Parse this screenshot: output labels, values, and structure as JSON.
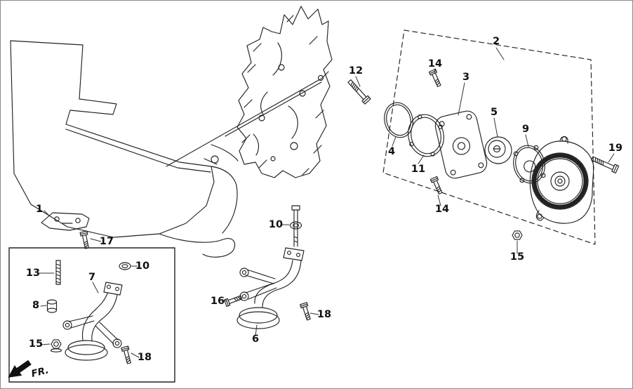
{
  "diagram": {
    "fr_label": "FR.",
    "callouts": [
      {
        "id": "callout-1",
        "text": "1"
      },
      {
        "id": "callout-2",
        "text": "2"
      },
      {
        "id": "callout-3",
        "text": "3"
      },
      {
        "id": "callout-4",
        "text": "4"
      },
      {
        "id": "callout-5",
        "text": "5"
      },
      {
        "id": "callout-6",
        "text": "6"
      },
      {
        "id": "callout-7",
        "text": "7"
      },
      {
        "id": "callout-8",
        "text": "8"
      },
      {
        "id": "callout-9",
        "text": "9"
      },
      {
        "id": "callout-10-strainer",
        "text": "10"
      },
      {
        "id": "callout-10-inset",
        "text": "10"
      },
      {
        "id": "callout-11",
        "text": "11"
      },
      {
        "id": "callout-12",
        "text": "12"
      },
      {
        "id": "callout-13",
        "text": "13"
      },
      {
        "id": "callout-14-upper",
        "text": "14"
      },
      {
        "id": "callout-14-lower",
        "text": "14"
      },
      {
        "id": "callout-15-pump",
        "text": "15"
      },
      {
        "id": "callout-15-inset",
        "text": "15"
      },
      {
        "id": "callout-16",
        "text": "16"
      },
      {
        "id": "callout-17",
        "text": "17"
      },
      {
        "id": "callout-18-strainer",
        "text": "18"
      },
      {
        "id": "callout-18-inset",
        "text": "18"
      },
      {
        "id": "callout-19",
        "text": "19"
      }
    ]
  }
}
